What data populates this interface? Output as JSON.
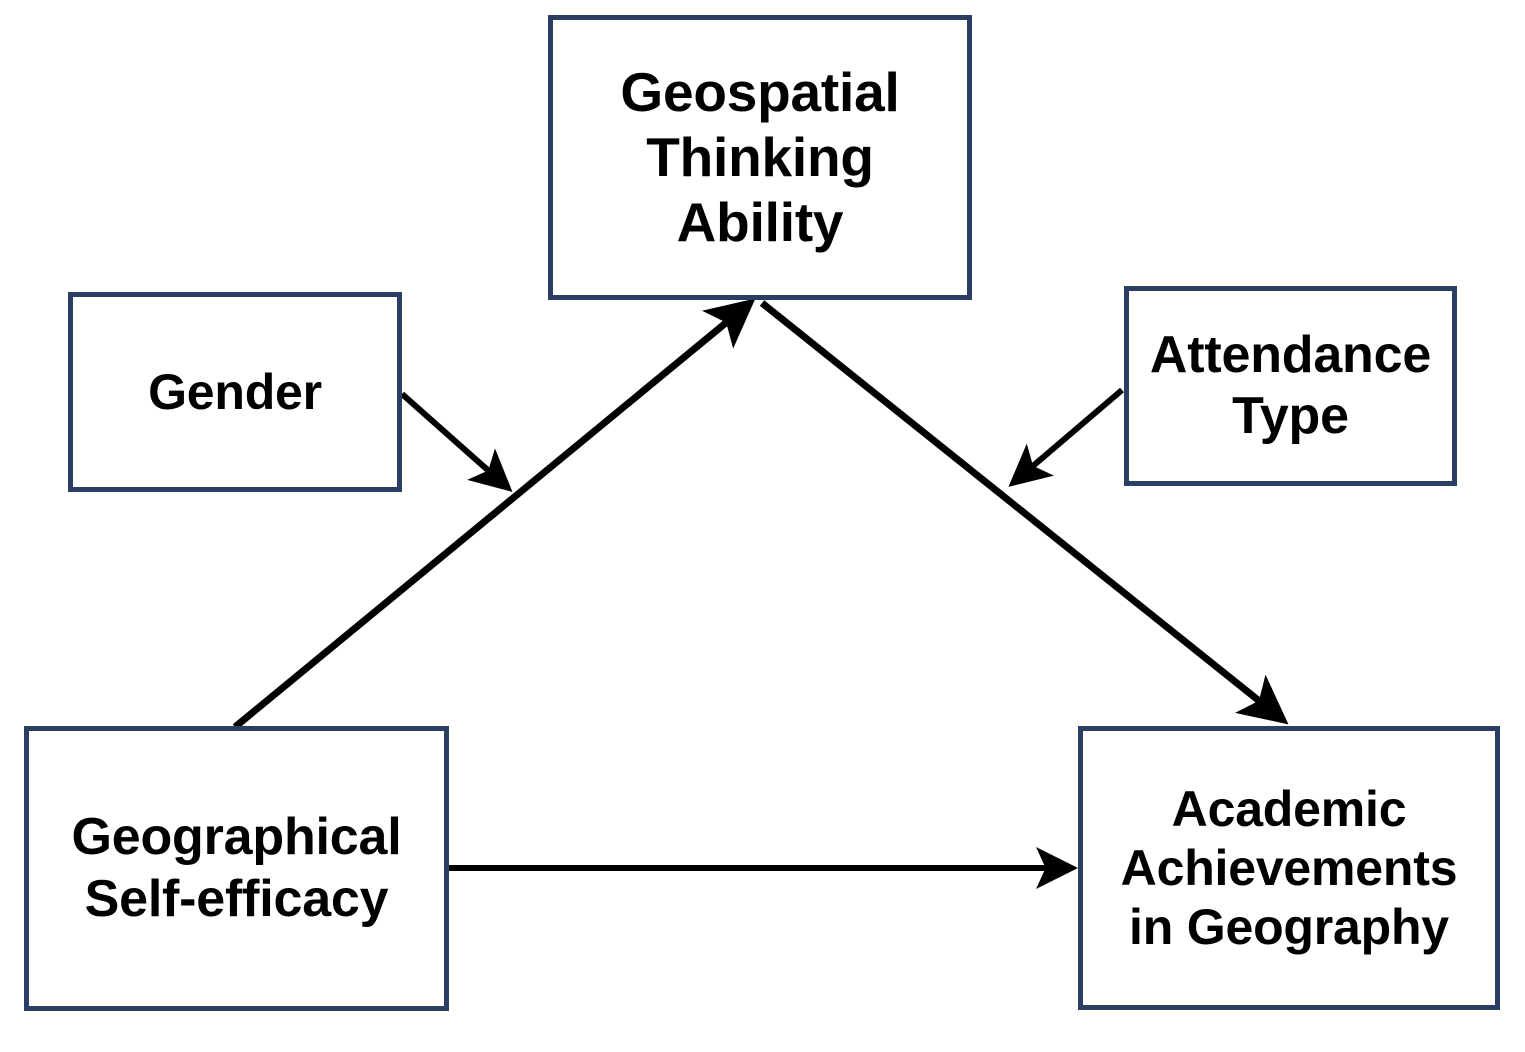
{
  "figure": {
    "type": "conceptual-model-diagram",
    "background_color": "#ffffff",
    "box_border_color": "#2a3f63",
    "box_fill_color": "#ffffff",
    "arrow_color": "#000000"
  },
  "nodes": {
    "geospatial_thinking_ability": {
      "label": "Geospatial\nThinking\nAbility"
    },
    "gender": {
      "label": "Gender"
    },
    "attendance_type": {
      "label": "Attendance\nType"
    },
    "geographical_self_efficacy": {
      "label": "Geographical\nSelf-efficacy"
    },
    "academic_achievements": {
      "label": "Academic\nAchievements\nin Geography"
    }
  },
  "edges": [
    {
      "id": "selfefficacy-to-gta",
      "from": "geographical_self_efficacy",
      "to": "geospatial_thinking_ability",
      "style": "solid",
      "arrowheads": "end"
    },
    {
      "id": "gta-to-academic",
      "from": "geospatial_thinking_ability",
      "to": "academic_achievements",
      "style": "solid",
      "arrowheads": "end"
    },
    {
      "id": "selfefficacy-to-academic",
      "from": "geographical_self_efficacy",
      "to": "academic_achievements",
      "style": "solid",
      "arrowheads": "end"
    },
    {
      "id": "gender-moderates-selfefficacy-to-gta",
      "from": "gender",
      "to": "selfefficacy-to-gta",
      "style": "solid",
      "arrowheads": "end",
      "role": "moderator"
    },
    {
      "id": "attendance-moderates-gta-to-academic",
      "from": "attendance_type",
      "to": "gta-to-academic",
      "style": "solid",
      "arrowheads": "end",
      "role": "moderator"
    }
  ]
}
